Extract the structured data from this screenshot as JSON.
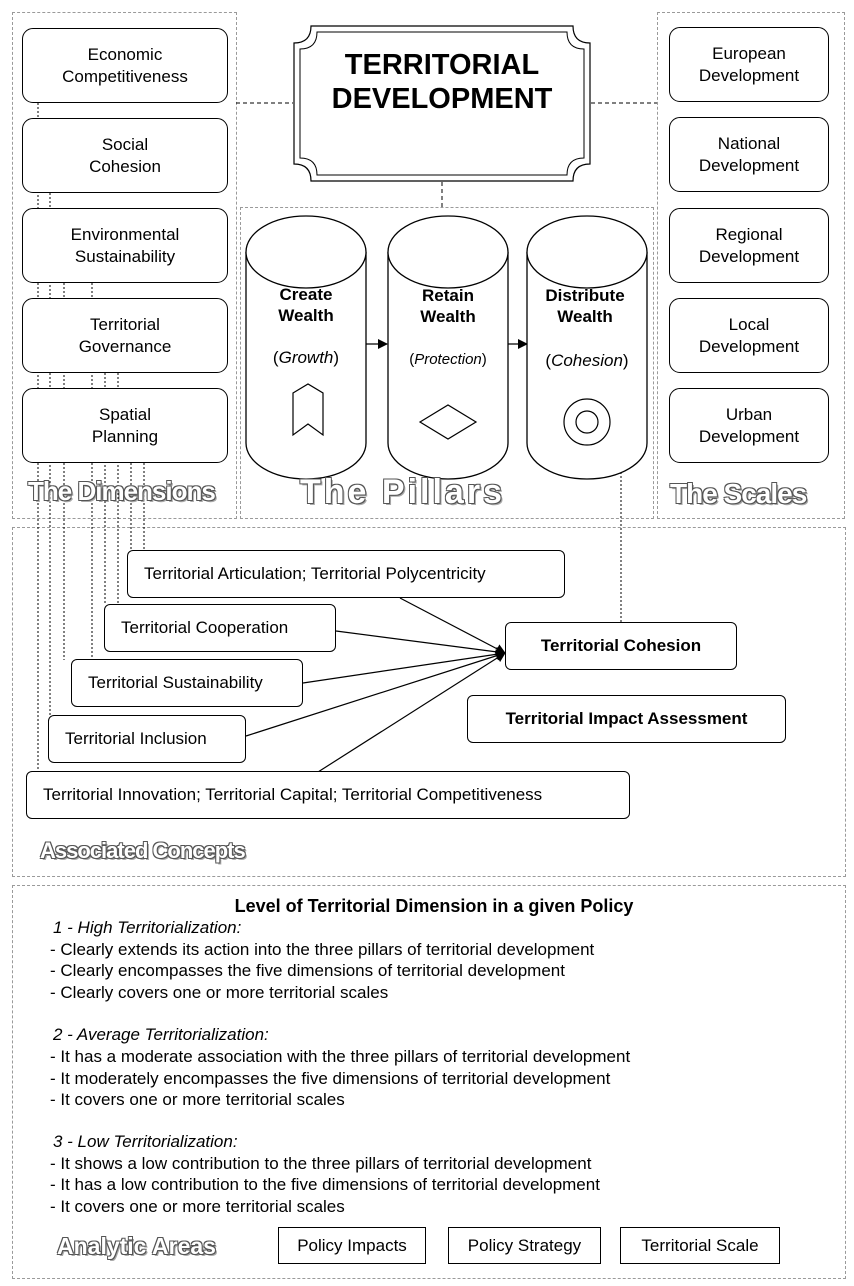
{
  "title": "TERRITORIAL\nDEVELOPMENT",
  "dimensions": {
    "heading": "The Dimensions",
    "items": [
      "Economic\nCompetitiveness",
      "Social\nCohesion",
      "Environmental\nSustainability",
      "Territorial\nGovernance",
      "Spatial\nPlanning"
    ]
  },
  "scales": {
    "heading": "The Scales",
    "items": [
      "European\nDevelopment",
      "National\nDevelopment",
      "Regional\nDevelopment",
      "Local\nDevelopment",
      "Urban\nDevelopment"
    ]
  },
  "pillars": {
    "heading": "The Pillars",
    "items": [
      {
        "title": "Create\nWealth",
        "sub": "Growth"
      },
      {
        "title": "Retain\nWealth",
        "sub": "Protection"
      },
      {
        "title": "Distribute\nWealth",
        "sub": "Cohesion"
      }
    ]
  },
  "concepts": {
    "heading": "Associated Concepts",
    "articulation": "Territorial Articulation; Territorial Polycentricity",
    "cooperation": "Territorial Cooperation",
    "sustainability": "Territorial Sustainability",
    "inclusion": "Territorial Inclusion",
    "innovation": "Territorial Innovation; Territorial Capital; Territorial Competitiveness",
    "cohesion": "Territorial Cohesion",
    "impact": "Territorial Impact Assessment"
  },
  "levels": {
    "title": "Level of Territorial Dimension in a given Policy",
    "high": {
      "heading": "1 - High Territorialization:",
      "lines": [
        "- Clearly extends its action into the three pillars of territorial development",
        "- Clearly encompasses the five dimensions of territorial development",
        "- Clearly covers one or more territorial scales"
      ]
    },
    "average": {
      "heading": "2 - Average Territorialization:",
      "lines": [
        "- It has a moderate association with the three pillars of territorial development",
        "- It moderately encompasses the five dimensions of territorial development",
        "- It covers one or more territorial scales"
      ]
    },
    "low": {
      "heading": "3 - Low Territorialization:",
      "lines": [
        "- It shows a low contribution to the three pillars of territorial development",
        "- It has a low contribution to the five dimensions of territorial development",
        "- It covers one or more territorial scales"
      ]
    }
  },
  "analytic": {
    "heading": "Analytic Areas",
    "items": [
      "Policy Impacts",
      "Policy Strategy",
      "Territorial Scale"
    ]
  }
}
